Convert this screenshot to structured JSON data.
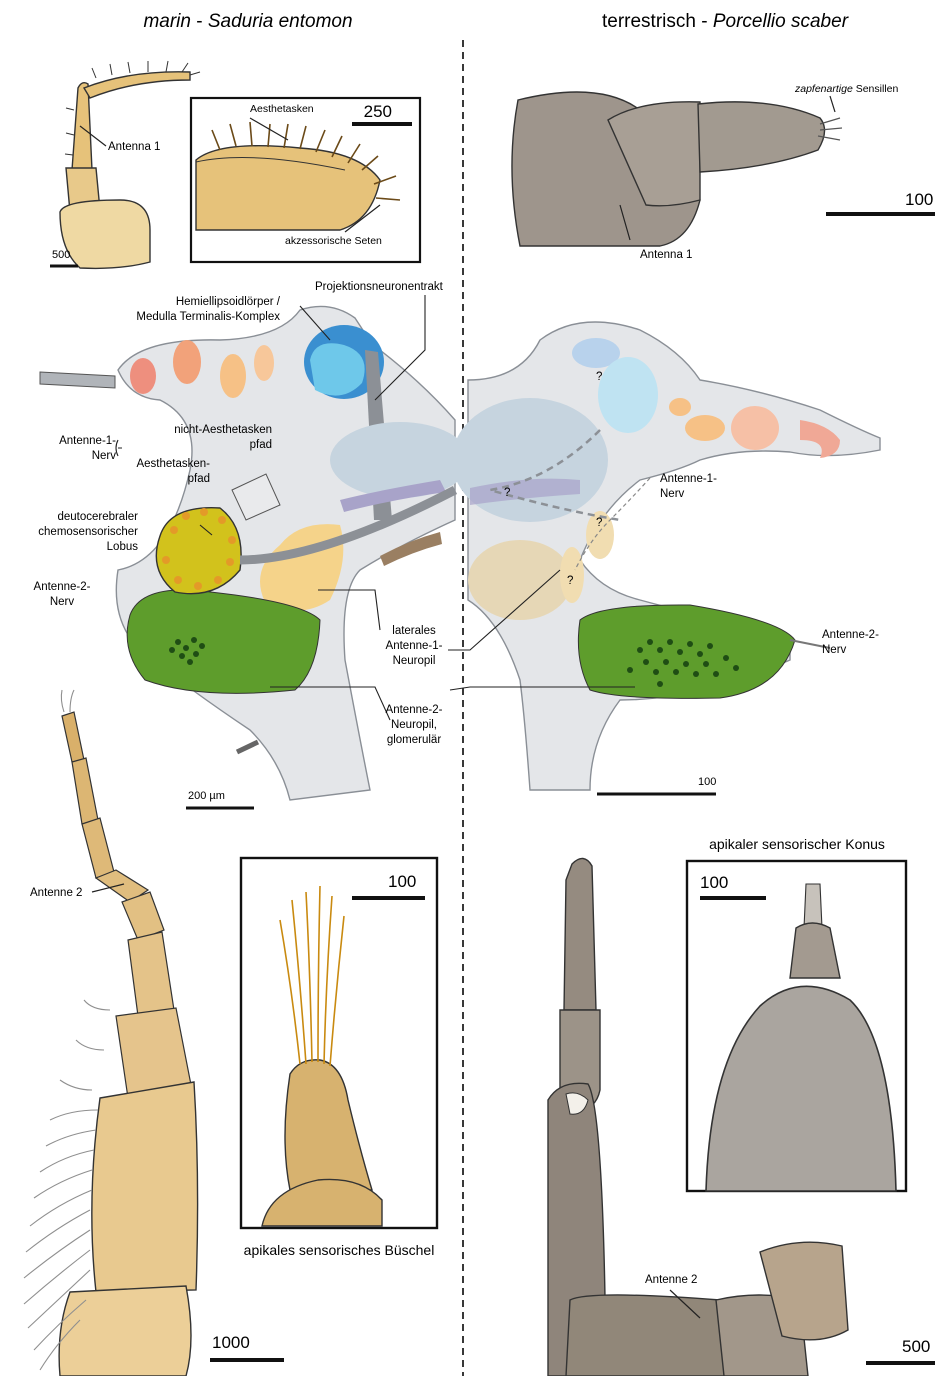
{
  "titles": {
    "left_italic": "marin",
    "left_species": "Saduria entomon",
    "right_plain": "terrestrisch",
    "right_species": "Porcellio scaber"
  },
  "labels": {
    "antenna1_left": "Antenna 1",
    "aesthetasken": "Aesthetasken",
    "akzessorische": "akzessorische Seten",
    "zapfen_italic": "zapfenartige",
    "zapfen_rest": "Sensillen",
    "antenna1_right": "Antenna 1",
    "hemiellipsoid_1": "Hemiellipsoidlörper /",
    "hemiellipsoid_2": "Medulla Terminalis-Komplex",
    "projektion": "Projektionsneuronentrakt",
    "a1nerv_left_1": "Antenne-1-",
    "a1nerv_left_2": "Nerv",
    "nicht_aesth_1": "nicht-Aesthetasken",
    "nicht_aesth_2": "pfad",
    "aesth_pfad_1": "Aesthetasken-",
    "aesth_pfad_2": "pfad",
    "deuto_1": "deutocerebraler",
    "deuto_2": "chemosensorischer",
    "deuto_3": "Lobus",
    "a2nerv_left_1": "Antenne-2-",
    "a2nerv_left_2": "Nerv",
    "lateral_1": "laterales",
    "lateral_2": "Antenne-1-",
    "lateral_3": "Neuropil",
    "a2neuropil_1": "Antenne-2-",
    "a2neuropil_2": "Neuropil,",
    "a2neuropil_3": "glomerulär",
    "a1nerv_right_1": "Antenne-1-",
    "a1nerv_right_2": "Nerv",
    "a2nerv_right_1": "Antenne-2-",
    "a2nerv_right_2": "Nerv",
    "question": "?",
    "antenne2_left": "Antenne 2",
    "antenne2_right": "Antenne 2",
    "apikal_buschel": "apikales sensorisches Büschel",
    "apikal_konus": "apikaler sensorischer Konus"
  },
  "scales": {
    "s500_top": "500",
    "s250": "250",
    "s100_top": "100",
    "s200um": "200 µm",
    "s100_brain": "100",
    "s100_inset_left": "100",
    "s100_inset_right": "100",
    "s1000": "1000",
    "s500_bottom": "500"
  },
  "colors": {
    "amber_antenna": "#e6c27a",
    "gray_antenna": "#8f857b",
    "brain_fill": "#e4e6e9",
    "neuropil_green": "#5e9d2c",
    "hemiellipsoid_blue": "#3a8fd0",
    "lateral_neuropil": "#f5d38a",
    "olfactory_yellow": "#d2c21c"
  }
}
